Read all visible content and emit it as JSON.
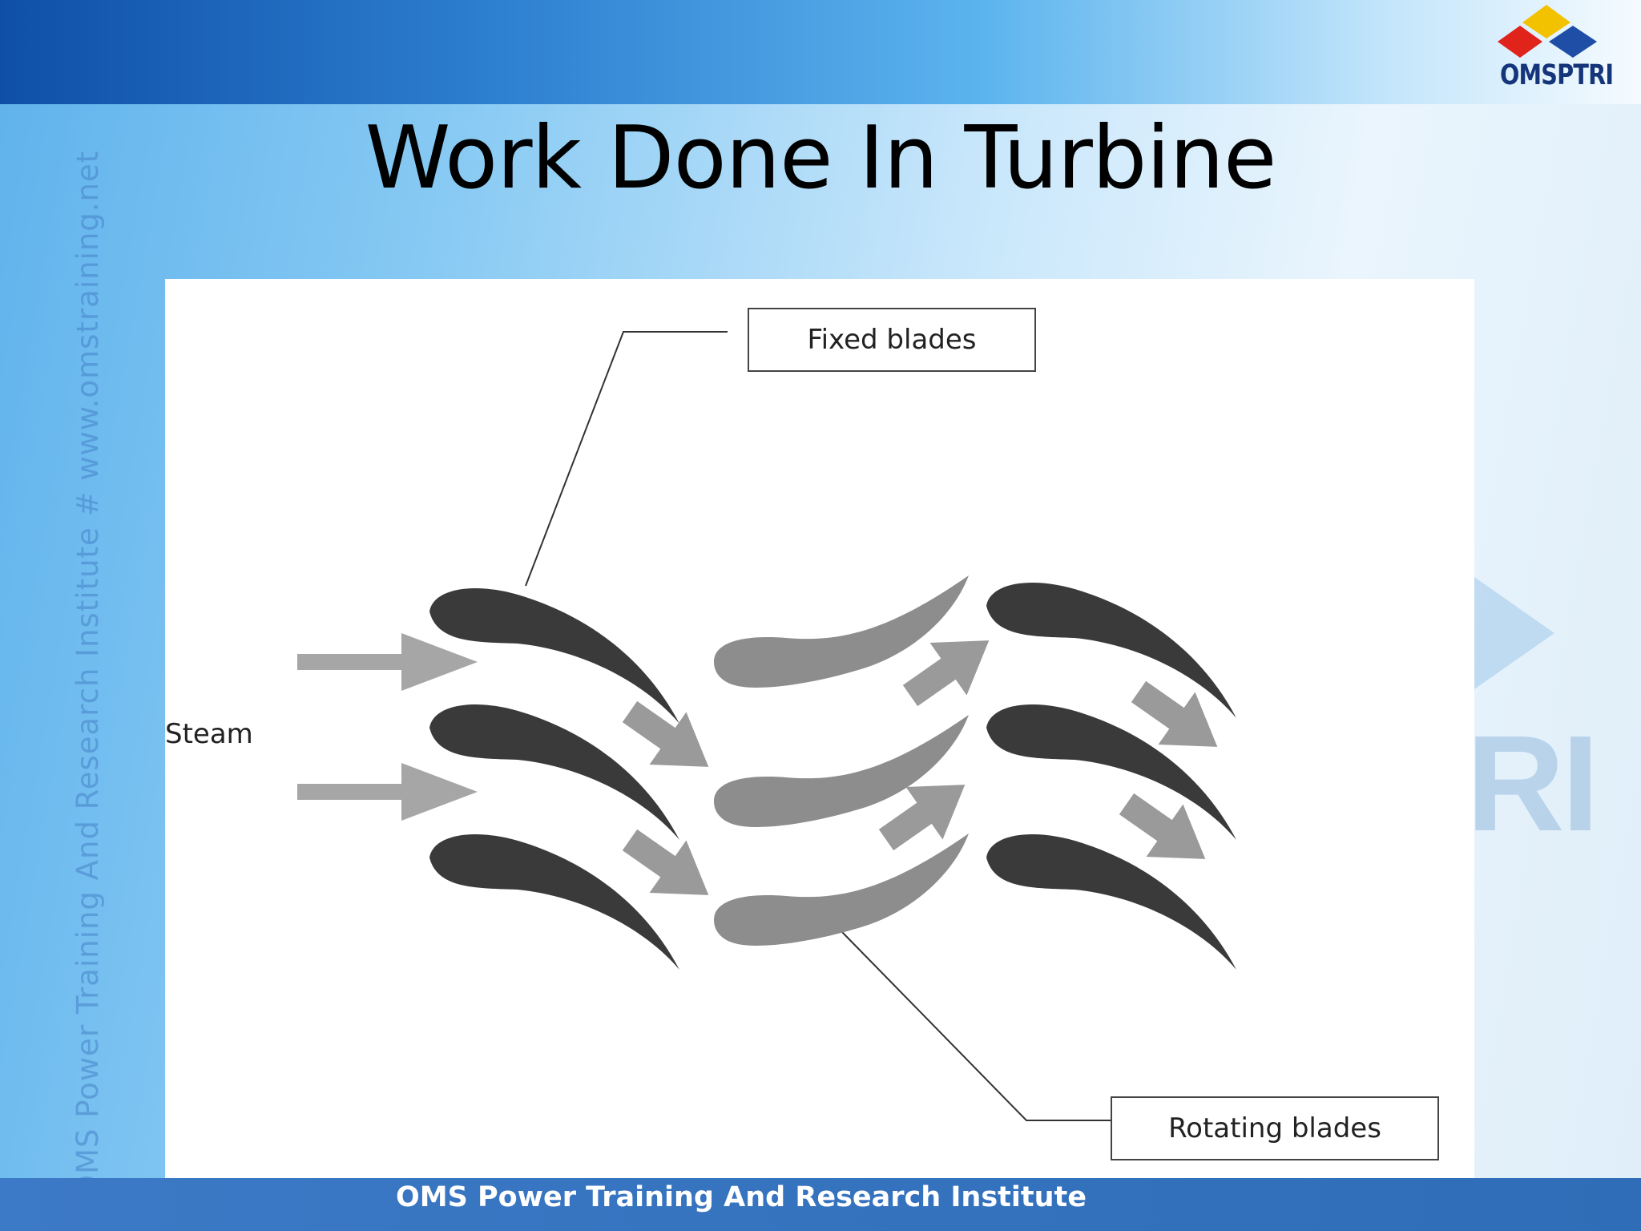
{
  "slide": {
    "title": "Work Done In Turbine",
    "footer": "OMS Power Training And Research Institute",
    "watermark": "OMS Power Training And Research Institute # www.omstraining.net",
    "bg_watermark_letters": "RI"
  },
  "logo": {
    "text": "OMSPTRI",
    "colors": {
      "top": "#f2c200",
      "left": "#e0231b",
      "right": "#1f4ea6"
    }
  },
  "diagram": {
    "labels": {
      "fixed_blades": "Fixed blades",
      "rotating_blades": "Rotating blades",
      "steam": "Steam"
    },
    "colors": {
      "fixed_blade": "#3a3a3a",
      "rotating_blade": "#8a8a8a",
      "arrow": "#9a9a9a",
      "leader": "#333333"
    }
  }
}
